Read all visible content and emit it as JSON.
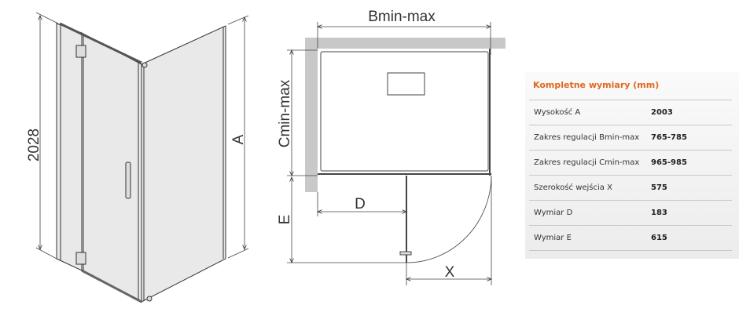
{
  "diagram": {
    "perspective_labels": {
      "height_total": "2028",
      "height_a": "A"
    },
    "plan_labels": {
      "b": "Bmin-max",
      "c": "Cmin-max",
      "d": "D",
      "e": "E",
      "x": "X"
    }
  },
  "table": {
    "title": "Kompletne wymiary (mm)",
    "rows": [
      {
        "label": "Wysokość A",
        "value": "2003"
      },
      {
        "label": "Zakres regulacji Bmin-max",
        "value": "765-785"
      },
      {
        "label": "Zakres regulacji Cmin-max",
        "value": "965-985"
      },
      {
        "label": "Szerokość wejścia X",
        "value": "575"
      },
      {
        "label": "Wymiar D",
        "value": "183"
      },
      {
        "label": "Wymiar E",
        "value": "615"
      }
    ],
    "accent_color": "#e2661c"
  }
}
